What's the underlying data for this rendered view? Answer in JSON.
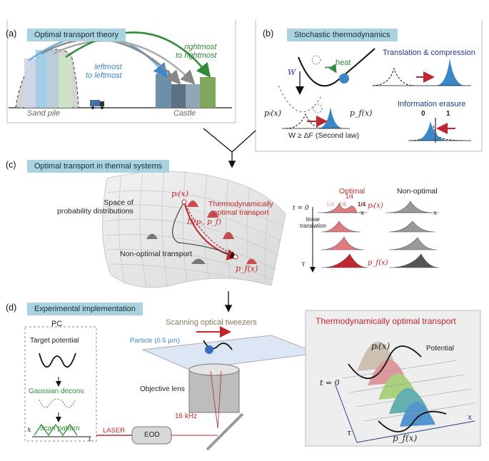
{
  "panels": {
    "a": {
      "label": "(a)",
      "header": "Optimal transport theory",
      "sand_pile": "Sand pile",
      "castle": "Castle",
      "leftmost": "leftmost\nto leftmost",
      "rightmost": "rightmost\nto rightmost"
    },
    "b": {
      "label": "(b)",
      "header": "Stochastic thermodynamics",
      "heat": "heat",
      "W": "W",
      "translation": "Translation & compression",
      "erasure": "Information erasure",
      "pi": "pᵢ(x)",
      "pf": "p_f(x)",
      "second_law": "W ≥ ΔF (Second law)",
      "bit0": "0",
      "bit1": "1"
    },
    "c": {
      "label": "(c)",
      "header": "Optimal transport in thermal systems",
      "space": "Space of\nprobability distributions",
      "optimal": "Thermodynamically\noptimal transport",
      "nonoptimal": "Non-optimal transport",
      "distance": "D(pᵢ, p_f)",
      "pi": "pᵢ(x)",
      "pf": "p_f(x)",
      "col_optimal": "Optimal",
      "col_nonoptimal": "Non-optimal",
      "t0": "t = 0",
      "tau": "τ",
      "linear": "linear\ntranslation",
      "quarters": [
        "1/4",
        "1/4",
        "1/4",
        "1/4"
      ],
      "x": "x"
    },
    "d": {
      "label": "(d)",
      "header": "Experimental implementation",
      "pc": "PC",
      "target": "Target potential",
      "gauss": "Gaussian deconv.",
      "scan": "Scan pattern",
      "laser": "LASER",
      "eod": "EOD",
      "freq": "16 kHz",
      "lens": "Objective lens",
      "tweezers": "Scanning optical tweezers",
      "particle": "Particle (0.5 µm)",
      "x": "x",
      "t": "t"
    },
    "inset": {
      "title": "Thermodynamically optimal transport",
      "pi": "pᵢ(x)",
      "potential": "Potential",
      "t0": "t = 0",
      "tau": "τ",
      "pf": "p_f(x)",
      "x": "x"
    }
  },
  "colors": {
    "header_bg": "#a9d3df",
    "optimal_red": "#c0262d",
    "green": "#2e8b3a",
    "blue": "#3a86c8",
    "dark_blue": "#1f3a8a"
  }
}
